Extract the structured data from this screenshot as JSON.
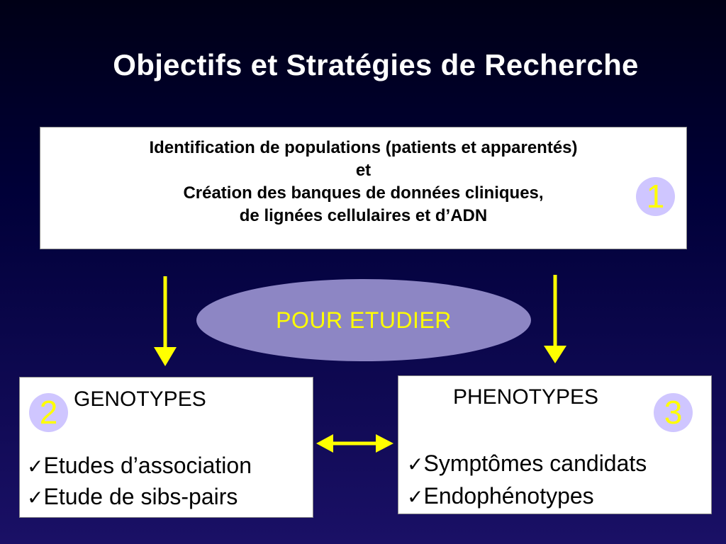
{
  "title": "Objectifs et Stratégies de Recherche",
  "top_box": {
    "lines": [
      "Identification de populations (patients et apparentés)",
      "et",
      "Création des banques de données cliniques,",
      "de lignées cellulaires et d’ADN"
    ],
    "badge": "1"
  },
  "center": {
    "label": "POUR ETUDIER"
  },
  "left_box": {
    "title": "GENOTYPES",
    "badge": "2",
    "check": "✓",
    "items": [
      "Etudes d’association",
      "Etude de sibs-pairs"
    ]
  },
  "right_box": {
    "title": "PHENOTYPES",
    "badge": "3",
    "check": "✓",
    "items": [
      "Symptômes candidats",
      "Endophénotypes"
    ]
  },
  "colors": {
    "arrow": "#ffff00",
    "badge_fill": "#cfc6ff",
    "badge_text": "#ffff00",
    "ellipse_fill": "#8d86c4",
    "ellipse_text": "#ffff00",
    "background_top": "#000016",
    "background_bottom": "#1a1066"
  }
}
